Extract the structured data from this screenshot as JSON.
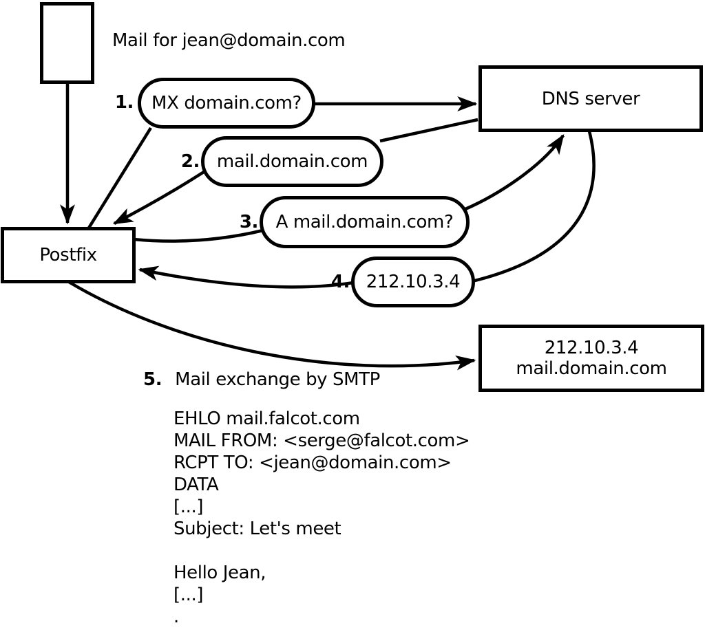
{
  "diagram": {
    "title_note": "Mail for jean@domain.com",
    "nodes": {
      "postfix": "Postfix",
      "dns": "DNS server",
      "mailserver_ip": "212.10.3.4",
      "mailserver_host": "mail.domain.com"
    },
    "steps": [
      {
        "num": "1.",
        "label": "MX domain.com?"
      },
      {
        "num": "2.",
        "label": "mail.domain.com"
      },
      {
        "num": "3.",
        "label": "A mail.domain.com?"
      },
      {
        "num": "4.",
        "label": "212.10.3.4"
      },
      {
        "num": "5.",
        "label": "Mail exchange by SMTP"
      }
    ],
    "smtp_session": [
      "EHLO mail.falcot.com",
      "MAIL FROM: <serge@falcot.com>",
      "RCPT TO: <jean@domain.com>",
      "DATA",
      "[...]",
      "Subject: Let's meet",
      "",
      "Hello Jean,",
      "[...]",
      "."
    ],
    "colors": {
      "stroke": "#000000",
      "background": "#ffffff"
    }
  }
}
